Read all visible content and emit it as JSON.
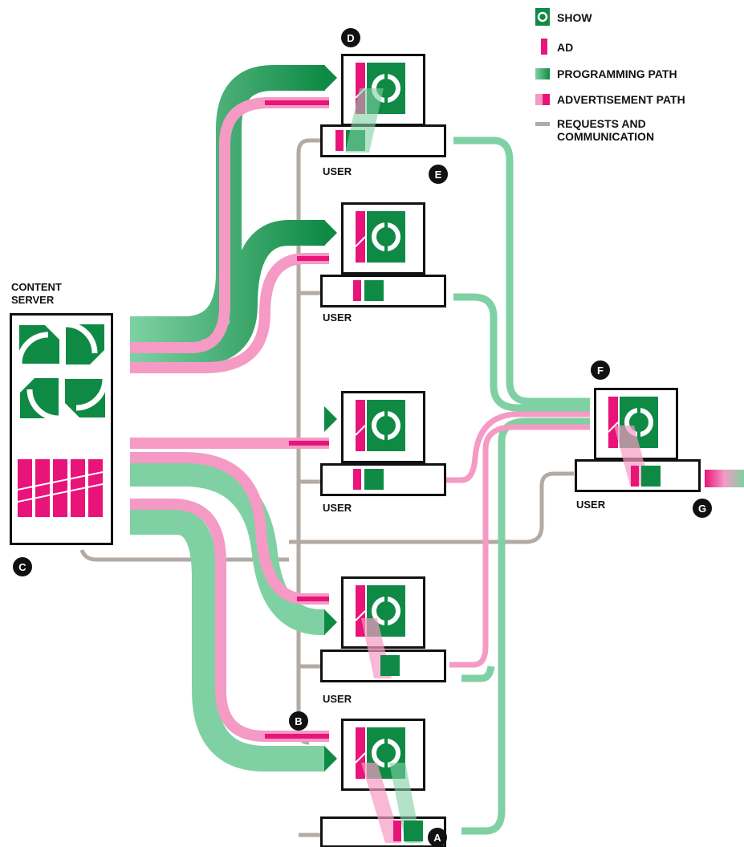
{
  "colors": {
    "green": "#0f8a45",
    "green_light": "#7fd1a4",
    "pink": "#e8147a",
    "pink_light": "#f59ac4",
    "gray": "#b3aaa3"
  },
  "legend": {
    "show": "SHOW",
    "ad": "AD",
    "programming": "PROGRAMMING PATH",
    "advertisement": "ADVERTISEMENT PATH",
    "requests_line1": "REQUESTS AND",
    "requests_line2": "COMMUNICATION"
  },
  "server": {
    "label_line1": "CONTENT",
    "label_line2": "SERVER"
  },
  "user_label": "USER",
  "badges": {
    "a": "A",
    "b": "B",
    "c": "C",
    "d": "D",
    "e": "E",
    "f": "F",
    "g": "G"
  }
}
